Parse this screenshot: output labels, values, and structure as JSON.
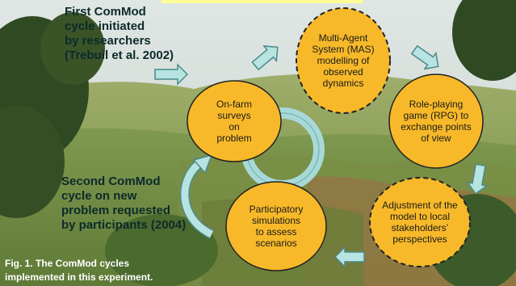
{
  "colors": {
    "node_fill": "#f7b929",
    "arrow_fill": "#b7e3e0",
    "arrow_stroke": "#4a8a8a",
    "ring": "#a7d9d8",
    "heading_text": "#0c2a2a"
  },
  "annotations": {
    "first_cycle": [
      "First ComMod",
      "cycle initiated",
      "by researchers",
      "(Trebuil et al. 2002)"
    ],
    "second_cycle": [
      "Second ComMod",
      "cycle on new",
      "problem requested",
      "by  participants (2004)"
    ]
  },
  "caption": {
    "line1": "Fig. 1. The ComMod cycles",
    "line2": "implemented in this experiment."
  },
  "nodes": [
    {
      "id": "surveys",
      "lines": [
        "On-farm",
        "surveys",
        "on",
        "problem"
      ],
      "border": "solid"
    },
    {
      "id": "mas",
      "lines": [
        "Multi-Agent",
        "System (MAS)",
        "modelling of",
        "observed",
        "dynamics"
      ],
      "border": "dashed"
    },
    {
      "id": "rpg",
      "lines": [
        "Role-playing",
        "game (RPG) to",
        "exchange points",
        "of view"
      ],
      "border": "solid"
    },
    {
      "id": "adjust",
      "lines": [
        "Adjustment of the",
        "model to local",
        "stakeholders’",
        "perspectives"
      ],
      "border": "dashed"
    },
    {
      "id": "simulations",
      "lines": [
        "Participatory",
        "simulations",
        "to assess",
        "scenarios"
      ],
      "border": "solid"
    }
  ]
}
